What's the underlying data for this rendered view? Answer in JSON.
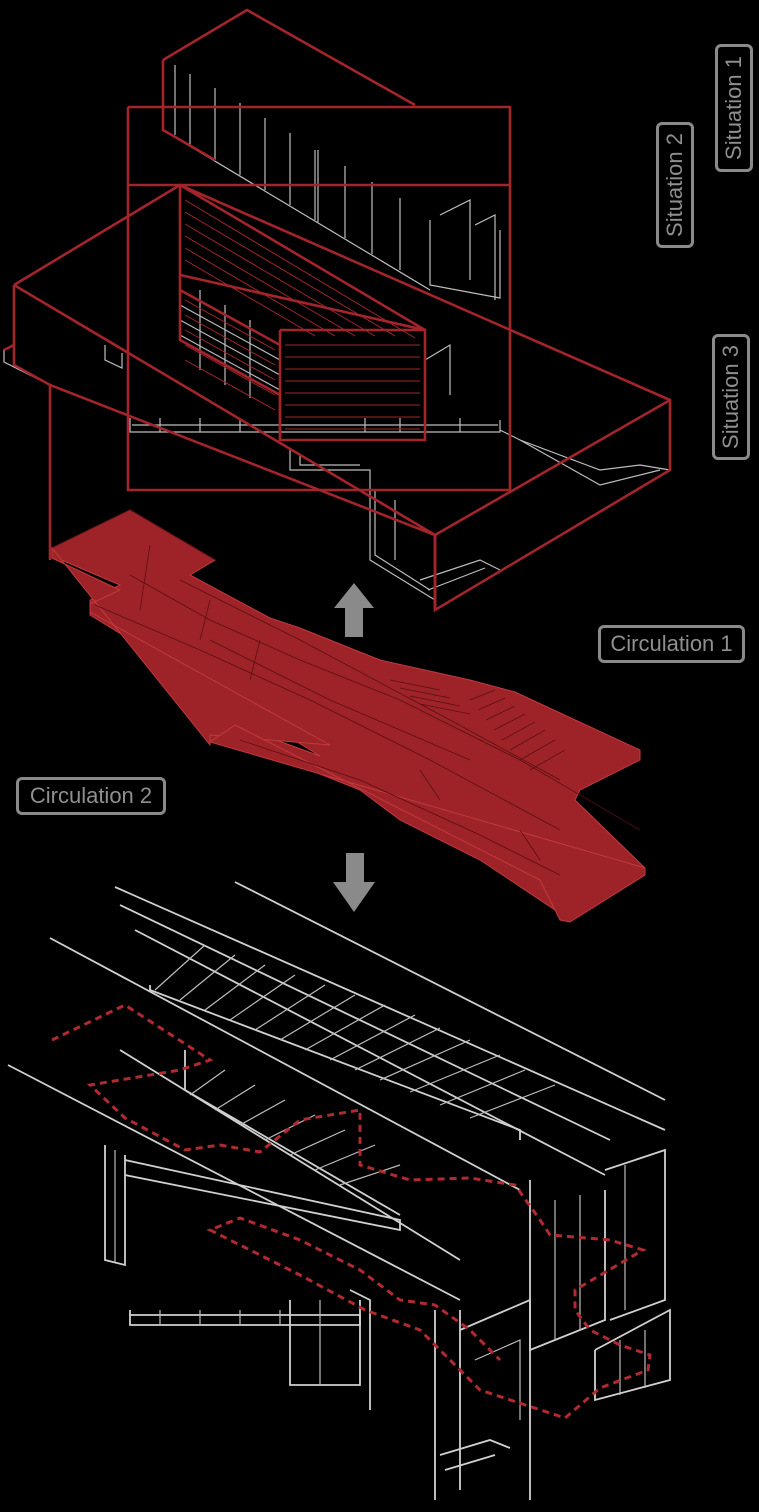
{
  "labels": {
    "situation_1": "Situation 1",
    "situation_2": "Situation 2",
    "situation_3": "Situation 3",
    "circulation_1": "Circulation 1",
    "circulation_2": "Circulation 2"
  },
  "colors": {
    "background": "#000000",
    "accent_red": "#9e2328",
    "label_gray": "#8a8a8a",
    "line_white": "#bdbdbd"
  },
  "icons": [
    "arrow-up-icon",
    "arrow-down-icon"
  ]
}
